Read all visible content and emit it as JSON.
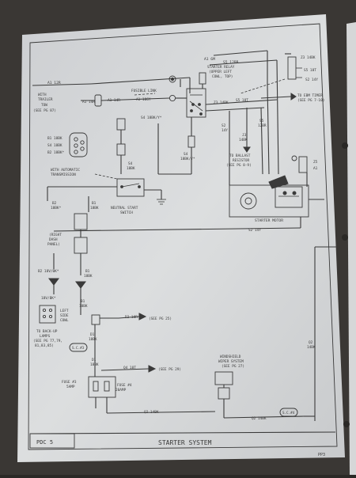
{
  "footer": {
    "page_code": "PDC 5",
    "title": "STARTER SYSTEM",
    "page_num": "PP3"
  },
  "top": {
    "a1_6m": "A1 6M",
    "s5_12br": "S5 12BR",
    "z3_14bk": "Z3 14BK",
    "s5_18t": "S5 18T",
    "s2_14y": "S2 14Y",
    "starter_relay": [
      "STARTER RELAY",
      "(UPPER LEFT",
      "COWL, TOP)"
    ],
    "a1_12r": "A1 12R",
    "fusible_link": "FUSIBLE LINK",
    "a1_14r": "A1 14R",
    "a1_14r_b": "A1 14R",
    "a1_18gy": "A1 18GY",
    "with_trailer_tow": [
      "WITH",
      "TRAILER",
      "TOW",
      "(SEE PG 87)"
    ],
    "z3_14bk_mid": "Z3 14BK",
    "s5_18t_mid": "S5 18T",
    "to_ebm_timer": [
      "TO EBM TIMER",
      "(SEE PG 7-10)"
    ],
    "s2_14y_mid": [
      "S2",
      "14Y"
    ],
    "s5_12br_mid": [
      "S5",
      "12BR"
    ],
    "j3_14bk": [
      "J3",
      "14BK"
    ],
    "to_ballast": [
      "TO BALLAST",
      "RESISTOR",
      "(SEE PG 8-9)"
    ],
    "s4_18bk": "S4 18BK/Y*",
    "s4_18bk_low": [
      "S4",
      "18BK/Y*"
    ],
    "z5_a1": [
      "Z5",
      "A1"
    ]
  },
  "left": {
    "b1_18bk": "B1 18BK",
    "s4_18bk": "S4 18BK",
    "b2_18bk": "B2 18BK*",
    "s4_18bk_b": [
      "S4",
      "18BK"
    ],
    "with_auto_trans": [
      "WITH AUTOMATIC",
      "TRANSMISSION"
    ],
    "b2_18bk_low": [
      "B2",
      "18BK*"
    ],
    "b1_18bk_low": [
      "B1",
      "18BK"
    ],
    "neutral_start": [
      "NEUTRAL START",
      "SWITCH"
    ],
    "right_dash": [
      "(RIGHT",
      "DASH",
      "PANEL)"
    ],
    "b2_18v": "B2 18V/BK*",
    "b1_18bk_c": [
      "B1",
      "18BK"
    ],
    "b2_18v_b": "18V/BK*",
    "left_side_cowl": [
      "LEFT",
      "SIDE",
      "COWL"
    ],
    "b1_18bk_d": [
      "B1",
      "18BK"
    ],
    "to_backup": [
      "TO BACK-UP",
      "LAMPS",
      "(SEE PG 77,79,",
      "81,83,85)"
    ],
    "sc3": "S.C.#3",
    "d2_18r": "D2 18R",
    "see_pg_25": "(SEE PG 25)",
    "d1_18bk": [
      "D1",
      "18BK"
    ],
    "d1_18bk_b": [
      "D1",
      "18BK"
    ],
    "q4_18t": "Q4 18T",
    "see_pg_29": "(SEE PG 29)",
    "fuse3": [
      "FUSE #3",
      "5AMP"
    ],
    "fuse4": [
      "FUSE #4",
      "20AMP"
    ],
    "q2_14bk": "Q2 14BK"
  },
  "right": {
    "starter_motor": "STARTER MOTOR",
    "s2_14y_low": "S2 14Y",
    "windshield": [
      "WINDSHIELD",
      "WIPER SYSTEM",
      "(SEE PG 27)"
    ],
    "q2_14bk_right": [
      "Q2",
      "14BK"
    ],
    "q2_14bk_low": "Q2 14BK",
    "sc4": "S.C.#4"
  },
  "top_right": {
    "z3_14bk": "Z3 14BK",
    "s5_18t": "S5 18T",
    "s2_14y": "S2 14Y"
  }
}
